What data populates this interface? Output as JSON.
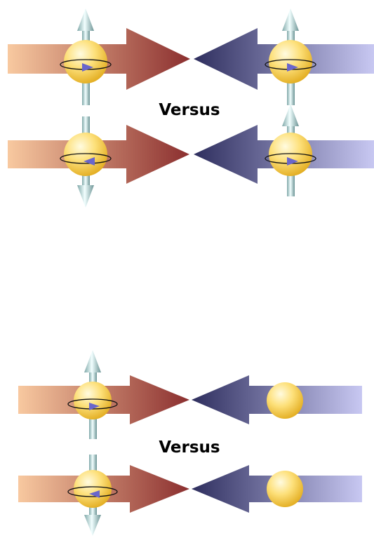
{
  "panels": [
    {
      "label": "Versus",
      "rows": [
        {
          "left": {
            "polarized": true,
            "spin": "up",
            "rotation": "right"
          },
          "right": {
            "polarized": true,
            "spin": "up",
            "rotation": "right"
          }
        },
        {
          "left": {
            "polarized": true,
            "spin": "down",
            "rotation": "left"
          },
          "right": {
            "polarized": true,
            "spin": "up",
            "rotation": "right"
          }
        }
      ]
    },
    {
      "label": "Versus",
      "rows": [
        {
          "left": {
            "polarized": true,
            "spin": "up",
            "rotation": "right"
          },
          "right": {
            "polarized": false
          }
        },
        {
          "left": {
            "polarized": true,
            "spin": "down",
            "rotation": "left"
          },
          "right": {
            "polarized": false
          }
        }
      ]
    }
  ],
  "colors": {
    "left_beam_start": "#f8c9a0",
    "left_beam_end": "#8b2f2f",
    "right_beam_start": "#2e2e5e",
    "right_beam_end": "#c8c8f2",
    "proton_light": "#fffbe0",
    "proton_mid": "#fde07a",
    "proton_dark": "#e0a818",
    "spin_axis": "#b8e0e0",
    "rotation_arrow": "#6a66cc"
  },
  "icons": {
    "spin_up": "arrow-up-icon",
    "spin_down": "arrow-down-icon",
    "proton": "circle-icon"
  }
}
